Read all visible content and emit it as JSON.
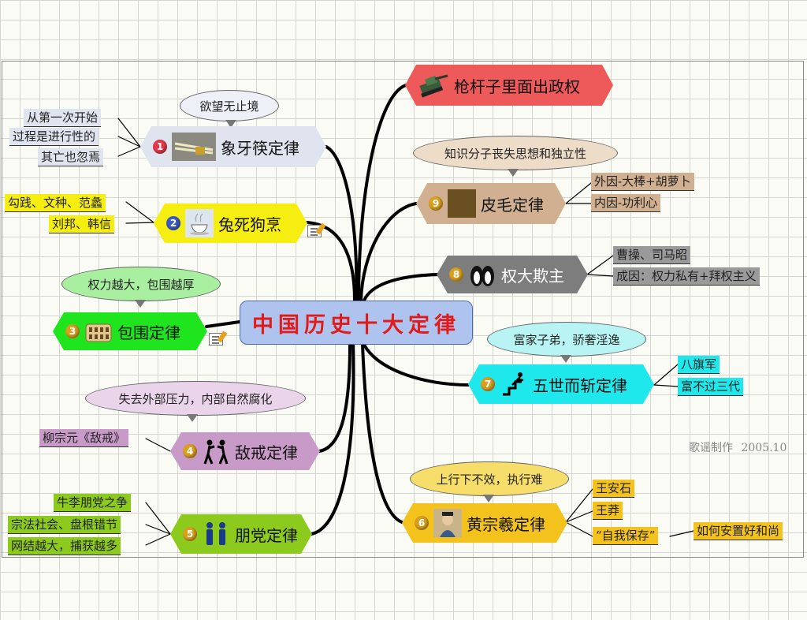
{
  "title": "中国历史十大定律",
  "credit": {
    "author": "歌谣制作",
    "date": "2005.10"
  },
  "nodes": {
    "n1": {
      "num": "1",
      "label": "象牙筷定律",
      "bubble": "欲望无止境",
      "notes": [
        "从第一次开始",
        "过程是进行性的",
        "其亡也忽焉"
      ]
    },
    "n2": {
      "num": "2",
      "label": "兔死狗烹",
      "notes": [
        "勾践、文种、范蠡",
        "刘邦、韩信"
      ]
    },
    "n3": {
      "num": "3",
      "label": "包围定律",
      "bubble": "权力越大，包围越厚"
    },
    "n4": {
      "num": "4",
      "label": "敌戒定律",
      "bubble": "失去外部压力，内部自然腐化",
      "notes": [
        "柳宗元《敌戒》"
      ]
    },
    "n5": {
      "num": "5",
      "label": "朋党定律",
      "notes": [
        "牛李朋党之争",
        "宗法社会、盘根错节",
        "网结越大，捕获越多"
      ]
    },
    "n6": {
      "num": "6",
      "label": "黄宗羲定律",
      "bubble": "上行下不效，执行难",
      "notes": [
        "王安石",
        "王莽",
        "“自我保存”",
        "如何安置好和尚"
      ]
    },
    "n7": {
      "num": "7",
      "label": "五世而斩定律",
      "bubble": "富家子弟，骄奢淫逸",
      "notes": [
        "八旗军",
        "富不过三代"
      ]
    },
    "n8": {
      "num": "8",
      "label": "权大欺主",
      "notes": [
        "曹操、司马昭",
        "成因：权力私有+拜权主义"
      ]
    },
    "n9": {
      "num": "9",
      "label": "皮毛定律",
      "bubble": "知识分子丧失思想和独立性",
      "notes": [
        "外因-大棒+胡萝卜",
        "内因-功利心"
      ]
    },
    "n10": {
      "label": "枪杆子里面出政权"
    }
  },
  "icons": {
    "n1": "ivory-chopsticks-icon",
    "n2": "teacup-icon",
    "n3": "colosseum-icon",
    "n4": "fighters-icon",
    "n5": "two-people-icon",
    "n6": "scholar-portrait-icon",
    "n7": "falling-stairs-icon",
    "n8": "penguins-icon",
    "n9": "fur-texture-icon",
    "n10": "tank-icon"
  },
  "colors": {
    "center": "#aec4ef",
    "n1": "#dfe4ef",
    "n2": "#f6ee10",
    "n3": "#1ee51e",
    "n4": "#c89ac8",
    "n5": "#8ccb1e",
    "n6": "#f3c21c",
    "n7": "#1ee8ec",
    "n8": "#7d7d7d",
    "n9": "#d0b090",
    "n10": "#ee5a5a",
    "title": "#e21a1a"
  }
}
